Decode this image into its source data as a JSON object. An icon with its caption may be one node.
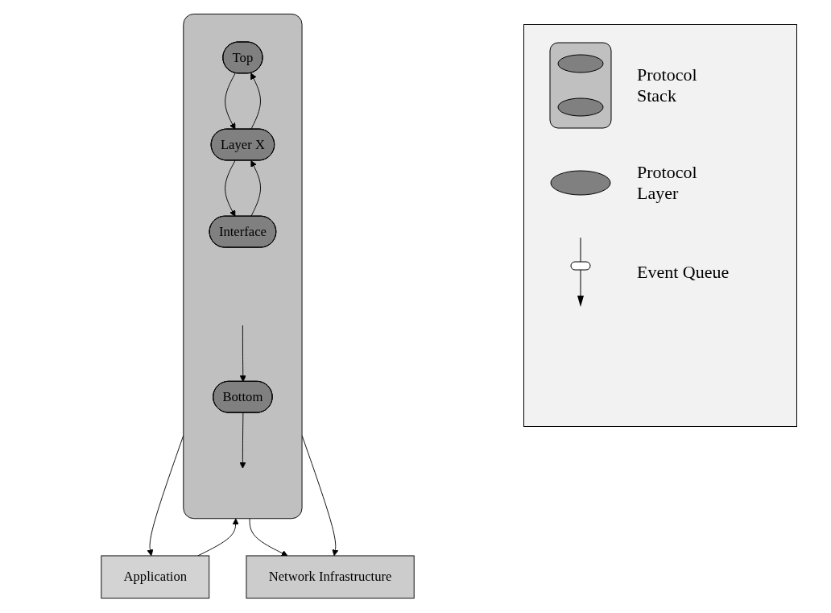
{
  "diagram": {
    "nodes": [
      {
        "text": [],
        "shape": "box"
      },
      {
        "text": [
          "Top"
        ],
        "in": 0
      },
      {
        "text": [
          "Layer X"
        ],
        "in": 0
      },
      {
        "text": [
          "Interface"
        ],
        "in": 0
      },
      {
        "text": [
          "Bottom"
        ],
        "in": 0
      },
      {
        "text": [
          "Application"
        ]
      },
      {
        "text": [
          "Network Infrastructure"
        ]
      }
    ],
    "edges": [
      {
        "from": 1,
        "to": 2,
        "arrow": "to"
      },
      {
        "from": 2,
        "to": 1,
        "arrow": "to"
      },
      {
        "from": 2,
        "to": 3,
        "arrow": "to"
      },
      {
        "from": 3,
        "to": 2,
        "arrow": "to"
      },
      {
        "from": 0,
        "to": 5,
        "arrow": "to"
      },
      {
        "from": 5,
        "to": 0,
        "arrow": "to"
      },
      {
        "from": null,
        "to": 4,
        "arrow": "to"
      },
      {
        "from": 4,
        "to": null,
        "arrow": "to"
      },
      {
        "from": 0,
        "to": 6,
        "arrow": "to"
      },
      {
        "from": 0,
        "to": 6,
        "arrow": "to"
      }
    ],
    "legend": [
      {
        "text": "Protocol Stack"
      },
      {
        "text": "Protocol Layer"
      },
      {
        "text": "Event Queue"
      }
    ]
  }
}
